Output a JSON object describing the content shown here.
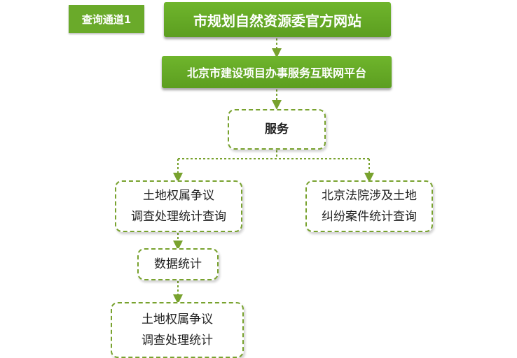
{
  "tag": {
    "label": "查询通道1"
  },
  "nodes": {
    "top": "市规划自然资源委官方网站",
    "platform": "北京市建设项目办事服务互联网平台",
    "service": "服务",
    "left": [
      "土地权属争议",
      "调查处理统计查询"
    ],
    "right": [
      "北京法院涉及土地",
      "纠纷案件统计查询"
    ],
    "stats": "数据统计",
    "bottom": [
      "土地权属争议",
      "调查处理统计"
    ]
  },
  "colors": {
    "green": "#6aaa2a",
    "dash": "#78a22e"
  }
}
